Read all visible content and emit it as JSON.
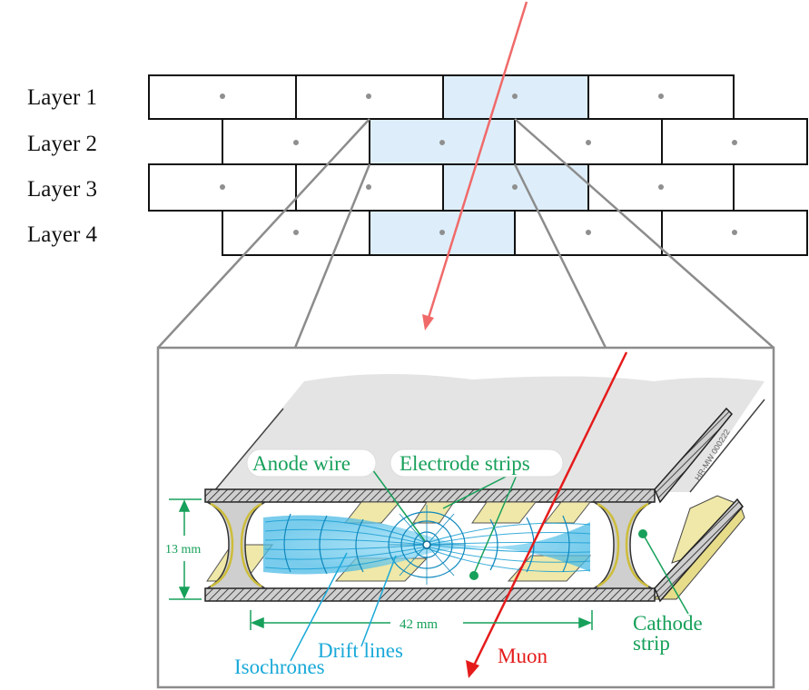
{
  "layers": {
    "labels": [
      "Layer 1",
      "Layer 2",
      "Layer 3",
      "Layer 4"
    ]
  },
  "detail": {
    "labels": {
      "anode_wire": "Anode wire",
      "electrode_strips": "Electrode strips",
      "height": "13 mm",
      "width": "42 mm",
      "cathode_strip_line1": "Cathode",
      "cathode_strip_line2": "strip",
      "isochrones": "Isochrones",
      "drift_lines": "Drift lines",
      "muon": "Muon",
      "figure_code": "HR-MW 000222"
    }
  },
  "colors": {
    "hit_cell": "#ddeefa",
    "muon_track_top": "#f06a6a",
    "muon_track_detail": "#e51b1b",
    "green_label": "#17a05a",
    "cyan_label": "#19a9d9",
    "gold": "#efe8a8",
    "frame_gray": "#8c8c8c"
  }
}
